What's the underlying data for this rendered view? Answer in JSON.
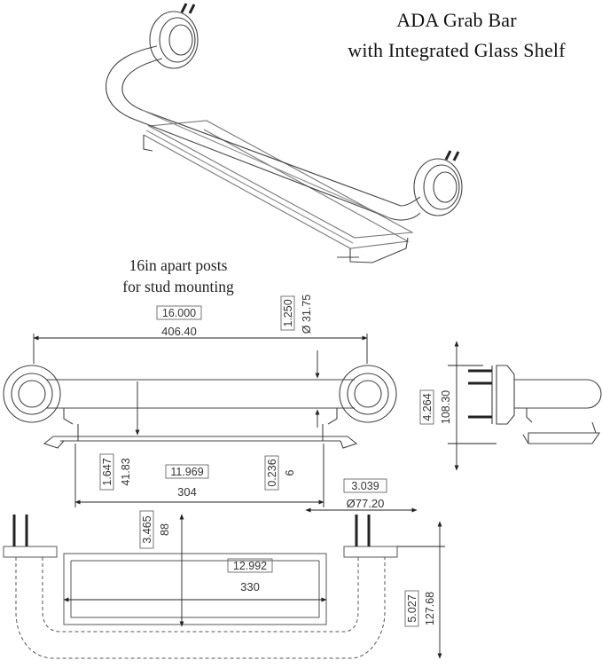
{
  "title": {
    "line1": "ADA Grab Bar",
    "line2": "with Integrated Glass Shelf"
  },
  "note": {
    "line1": "16in apart posts",
    "line2": "for stud mounting"
  },
  "dimensions": {
    "overall_length": {
      "in": "16.000",
      "mm": "406.40"
    },
    "bar_diameter": {
      "in": "1.250",
      "mm": "Ø 31.75"
    },
    "depth": {
      "in": "4.264",
      "mm": "108.30"
    },
    "shelf_drop": {
      "in": "1.647",
      "mm": "41.83"
    },
    "shelf_length": {
      "in": "11.969",
      "mm": "304"
    },
    "shelf_gap": {
      "in": "0.236",
      "mm": "6"
    },
    "flange_diameter": {
      "in": "3.039",
      "mm": "Ø77.20"
    },
    "shelf_depth": {
      "in": "3.465",
      "mm": "88"
    },
    "shelf_width": {
      "in": "12.992",
      "mm": "330"
    },
    "projection": {
      "in": "5.027",
      "mm": "127.68"
    }
  }
}
